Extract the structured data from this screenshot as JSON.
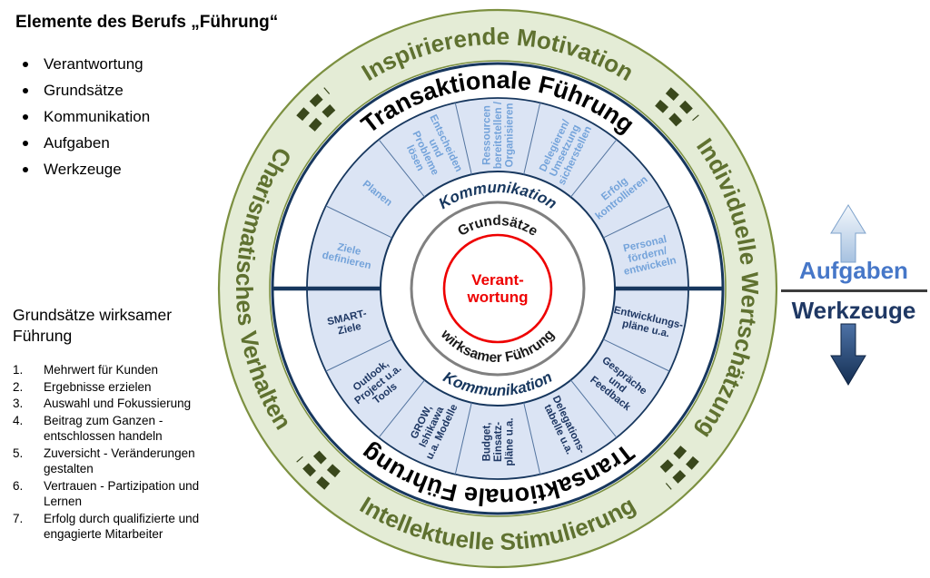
{
  "left_panel": {
    "title": "Elemente des Berufs „Führung“",
    "bullets": [
      "Verantwortung",
      "Grundsätze",
      "Kommunikation",
      "Aufgaben",
      "Werkzeuge"
    ],
    "principles_title": "Grundsätze wirksamer Führung",
    "principles": [
      "Mehrwert für Kunden",
      "Ergebnisse erzielen",
      "Auswahl und Fokussierung",
      "Beitrag zum Ganzen - entschlossen handeln",
      "Zuversicht - Veränderungen gestalten",
      "Vertrauen - Partizipation und Lernen",
      "Erfolg durch qualifizierte und engagierte Mitarbeiter"
    ]
  },
  "wheel": {
    "outer_ring": {
      "top": "Inspirierende Motivation",
      "right": "Individuelle Wertschätzung",
      "bottom": "Intellektuelle Stimulierung",
      "left": "Charismatisches Verhalten"
    },
    "transactional_top": "Transaktionale Führung",
    "transactional_bottom": "Transaktionale Führung",
    "communication_top": "Kommunikation",
    "communication_bottom": "Kommunikation",
    "principles_top": "Grundsätze",
    "principles_bottom": "wirksamer Führung",
    "center": {
      "line1": "Verant-",
      "line2": "wortung"
    },
    "task_segments": [
      [
        "Ziele",
        "definieren"
      ],
      [
        "Planen"
      ],
      [
        "Entscheiden",
        "und",
        "Probleme",
        "lösen"
      ],
      [
        "Ressourcen",
        "bereitstellen /",
        "Organisieren"
      ],
      [
        "Delegieren/",
        "Umsetzung",
        "sicherstellen"
      ],
      [
        "Erfolg",
        "kontrollieren"
      ],
      [
        "Personal",
        "fördern/",
        "entwickeln"
      ]
    ],
    "tool_segments": [
      [
        "SMART-",
        "Ziele"
      ],
      [
        "Outlook,",
        "Project u.a.",
        "Tools"
      ],
      [
        "GROW,",
        "Ishikawa",
        "u.a. Modelle"
      ],
      [
        "Budget,",
        "Einsatz-",
        "pläne u.a."
      ],
      [
        "Delegations-",
        "tabelle u.a."
      ],
      [
        "Gespräche",
        "und",
        "Feedback"
      ],
      [
        "Entwicklungs-",
        "pläne u.a."
      ]
    ]
  },
  "right_panel": {
    "aufgaben": "Aufgaben",
    "werkzeuge": "Werkzeuge"
  },
  "colors": {
    "outer_ring_fill": "#e4ecd6",
    "outer_ring_border": "#7c9040",
    "outer_ring_text": "#5f7130",
    "navy": "#17375e",
    "segment_fill": "#dbe4f4",
    "task_text": "#74a3da",
    "tool_text": "#1f3864",
    "responsibility_red": "#ee0000",
    "aufgaben_blue": "#4677c8",
    "werkzeuge_navy": "#1f3864"
  }
}
